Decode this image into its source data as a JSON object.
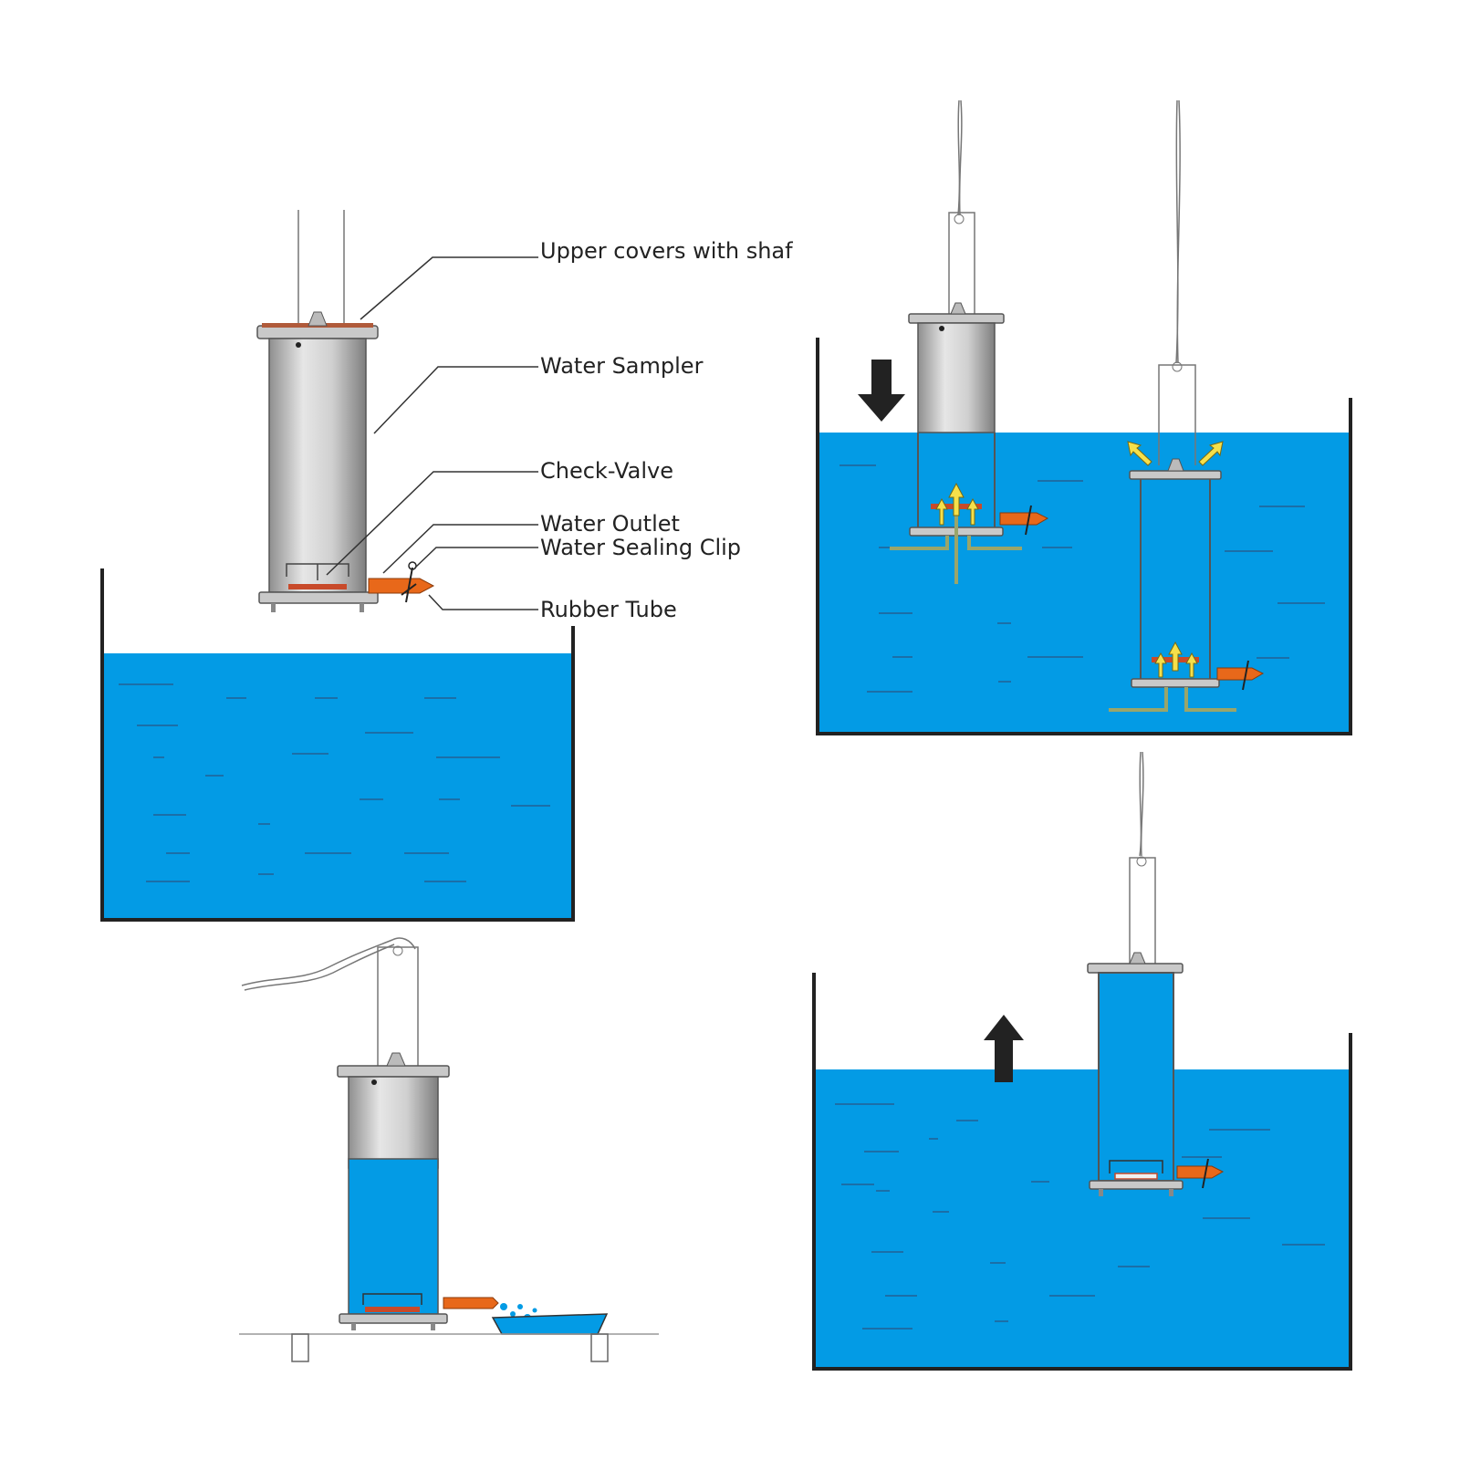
{
  "labels": {
    "upper_covers": "Upper covers with shaf",
    "water_sampler": "Water Sampler",
    "check_valve": "Check-Valve",
    "water_outlet": "Water Outlet",
    "water_sealing_clip": "Water Sealing Clip",
    "rubber_tube": "Rubber Tube"
  },
  "colors": {
    "water": "#039be5",
    "metal_light": "#e6e6e6",
    "metal_dark": "#8f8f8f",
    "outlet": "#e8681a",
    "flow_arrow": "#f5e04a",
    "arrow": "#222222"
  },
  "icons": {
    "down_arrow": "arrow-down-icon",
    "up_arrow": "arrow-up-icon"
  }
}
